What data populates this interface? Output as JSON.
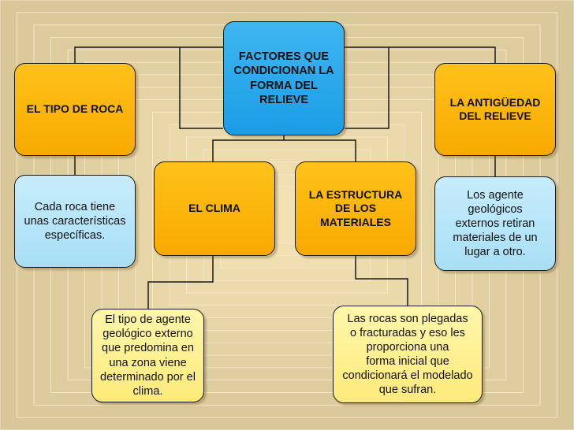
{
  "diagram": {
    "main": {
      "text": "FACTORES QUE\nCONDICIONAN LA\nFORMA DEL\nRELIEVE"
    },
    "factors": {
      "roca": "EL TIPO DE ROCA",
      "antiguedad": "LA ANTIGÜEDAD\nDEL RELIEVE",
      "clima": "EL CLIMA",
      "estructura": "LA ESTRUCTURA\nDE LOS\nMATERIALES"
    },
    "descriptions": {
      "roca": "Cada roca tiene\nunas características\nespecíficas.",
      "antiguedad": "Los agente\ngeológicos\nexternos retiran\nmateriales de un\nlugar a otro.",
      "clima": "El tipo de agente\ngeológico externo\nque predomina en\nuna zona viene\ndeterminado por el\nclima.",
      "estructura": "Las rocas son plegadas\no fracturadas y eso les\nproporciona una\nforma inicial que\ncondicionará el modelado\nque sufran."
    },
    "colors": {
      "background": "#e9d5b0",
      "main_box": "#1a9de6",
      "factor_box": "#f8aa00",
      "description_box_blue": "#a8dff6",
      "description_box_yellow": "#fdea7a",
      "connector": "#1a1a1a"
    }
  }
}
